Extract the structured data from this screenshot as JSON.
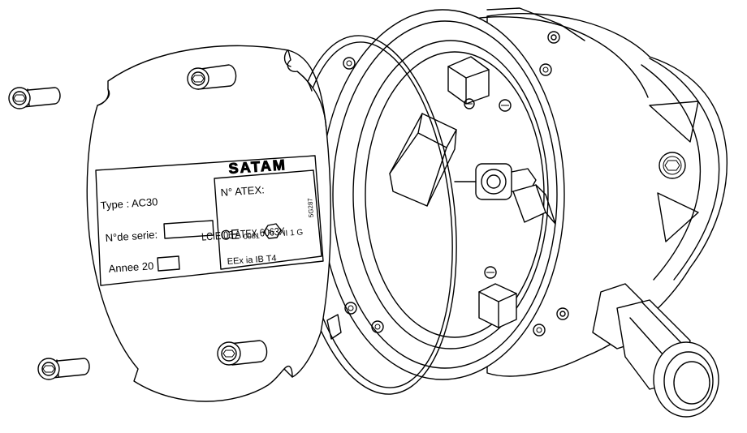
{
  "nameplate": {
    "type_label": "Type : AC30",
    "serial_label": "N°de serie:",
    "year_label": "Annee 20",
    "brand": "SATAM",
    "atex_heading": "N° ATEX:",
    "atex_number": "LCIE 06 ATEX 6063X",
    "ce_mark": "CE",
    "notified_body": "0081",
    "ex_group": "II 1 G",
    "ex_marking": "EEx ia IB T4",
    "side_code": "5G287"
  },
  "colors": {
    "line": "#000000",
    "background": "#ffffff"
  }
}
